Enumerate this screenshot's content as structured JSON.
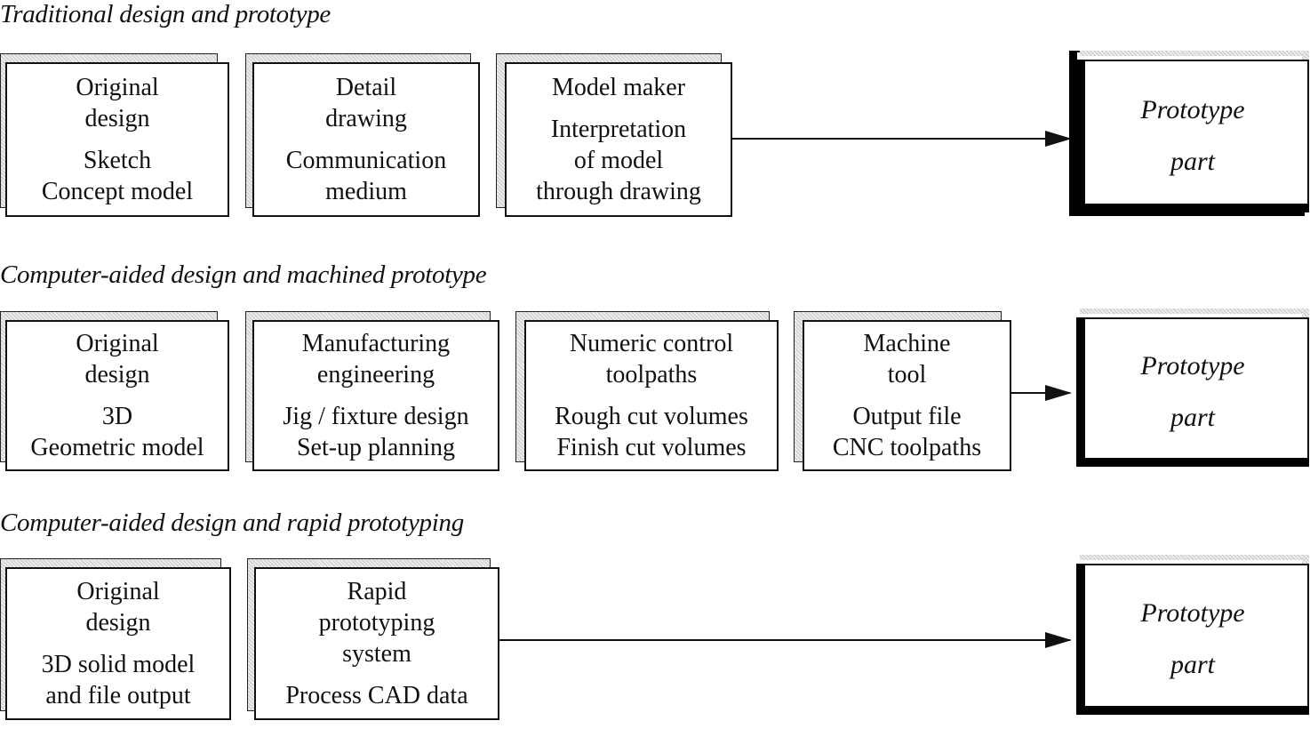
{
  "rows": [
    {
      "heading": "Traditional design and prototype",
      "boxes": [
        {
          "title": [
            "Original",
            "design"
          ],
          "sub": [
            "Sketch",
            "Concept model"
          ]
        },
        {
          "title": [
            "Detail",
            "drawing"
          ],
          "sub": [
            "Communication",
            "medium"
          ]
        },
        {
          "title": [
            "Model maker"
          ],
          "sub": [
            "Interpretation",
            "of model",
            "through drawing"
          ]
        }
      ],
      "result": [
        "Prototype",
        "part"
      ]
    },
    {
      "heading": "Computer-aided design and machined prototype",
      "boxes": [
        {
          "title": [
            "Original",
            "design"
          ],
          "sub": [
            "3D",
            "Geometric model"
          ]
        },
        {
          "title": [
            "Manufacturing",
            "engineering"
          ],
          "sub": [
            "Jig / fixture design",
            "Set-up planning"
          ]
        },
        {
          "title": [
            "Numeric control",
            "toolpaths"
          ],
          "sub": [
            "Rough cut volumes",
            "Finish cut volumes"
          ]
        },
        {
          "title": [
            "Machine",
            "tool"
          ],
          "sub": [
            "Output file",
            "CNC toolpaths"
          ]
        }
      ],
      "result": [
        "Prototype",
        "part"
      ]
    },
    {
      "heading": "Computer-aided design and rapid prototyping",
      "boxes": [
        {
          "title": [
            "Original",
            "design"
          ],
          "sub": [
            "3D solid model",
            "and file output"
          ]
        },
        {
          "title": [
            "Rapid",
            "prototyping",
            "system"
          ],
          "sub": [
            "Process CAD data"
          ]
        }
      ],
      "result": [
        "Prototype",
        "part"
      ]
    }
  ]
}
